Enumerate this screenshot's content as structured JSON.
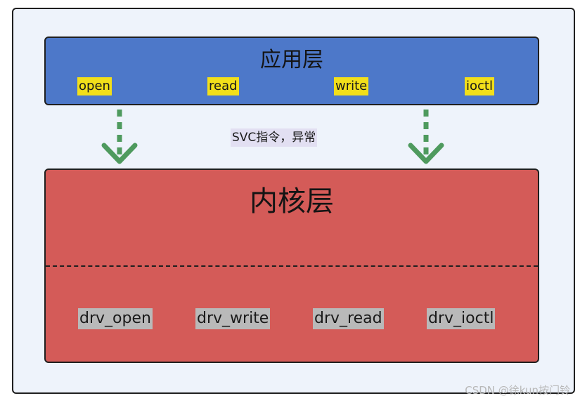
{
  "app_layer": {
    "title": "应用层",
    "calls": [
      "open",
      "read",
      "write",
      "ioctl"
    ]
  },
  "transition": {
    "label": "SVC指令，异常"
  },
  "kernel_layer": {
    "title": "内核层",
    "drivers": [
      "drv_open",
      "drv_write",
      "drv_read",
      "drv_ioctl"
    ]
  },
  "watermark": "CSDN @徐kun按门铃",
  "colors": {
    "app_layer_fill": "#4d78c9",
    "kernel_layer_fill": "#d45b58",
    "background": "#eef3fb",
    "arrow": "#4e9a5e",
    "call_highlight": "#f2df1a",
    "driver_highlight": "#b9b9b9"
  }
}
